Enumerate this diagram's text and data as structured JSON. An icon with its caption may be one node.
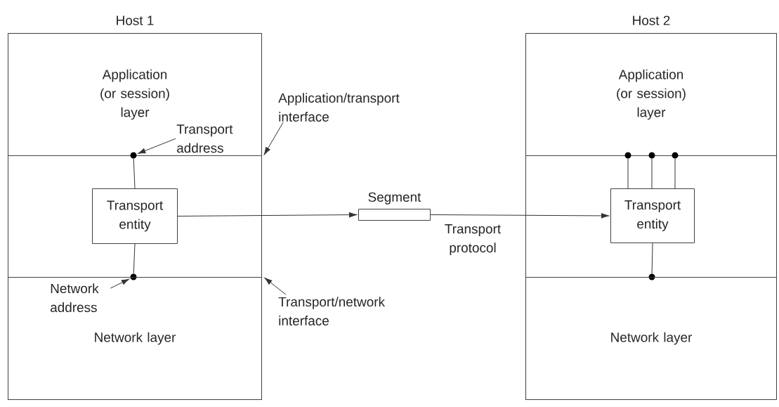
{
  "diagram": {
    "nodes": [
      {
        "text": [
          "Host 1"
        ]
      },
      {
        "text": [
          "Application (or session) layer"
        ],
        "in": 0
      },
      {
        "text": [
          "Transport address"
        ],
        "in": 1
      },
      {
        "text": [],
        "shape": "circle",
        "in": 0
      },
      {
        "text": [
          "Transport entity"
        ],
        "in": 0
      },
      {
        "text": [
          "Network address"
        ],
        "in": 7
      },
      {
        "text": [],
        "shape": "circle",
        "in": 0
      },
      {
        "text": [
          "Network layer"
        ],
        "in": 0
      },
      {
        "text": [
          "Application/transport interface"
        ]
      },
      {
        "text": [],
        "shape": "box",
        "beside": [
          "Segment"
        ]
      },
      {
        "text": [
          "Transport/network interface"
        ]
      },
      {
        "text": [
          "Host 2"
        ]
      },
      {
        "text": [
          "Application (or session) layer"
        ],
        "in": 11
      },
      {
        "text": [],
        "shape": "circle",
        "in": 11
      },
      {
        "text": [],
        "shape": "circle",
        "in": 11
      },
      {
        "text": [],
        "shape": "circle",
        "in": 11
      },
      {
        "text": [
          "Transport entity"
        ],
        "in": 11
      },
      {
        "text": [],
        "shape": "circle",
        "in": 11
      },
      {
        "text": [
          "Network layer"
        ],
        "in": 11
      }
    ],
    "edges": [
      {
        "from": 2,
        "to": 3,
        "arrow": "to"
      },
      {
        "from": 4,
        "to": 3,
        "arrow": "none"
      },
      {
        "from": 4,
        "to": 6,
        "arrow": "none"
      },
      {
        "from": 5,
        "to": 6,
        "arrow": "to"
      },
      {
        "from": 8,
        "to": 1,
        "arrow": "to"
      },
      {
        "from": 10,
        "to": 7,
        "arrow": "to"
      },
      {
        "from": 4,
        "to": 9,
        "arrow": "to"
      },
      {
        "from": 9,
        "to": 16,
        "arrow": "to"
      },
      {
        "from": 16,
        "to": 13,
        "arrow": "none"
      },
      {
        "from": 16,
        "to": 14,
        "arrow": "none"
      },
      {
        "from": 16,
        "to": 15,
        "arrow": "none"
      },
      {
        "from": 16,
        "to": 17,
        "arrow": "none"
      }
    ],
    "labels": [
      "Transport protocol"
    ]
  }
}
